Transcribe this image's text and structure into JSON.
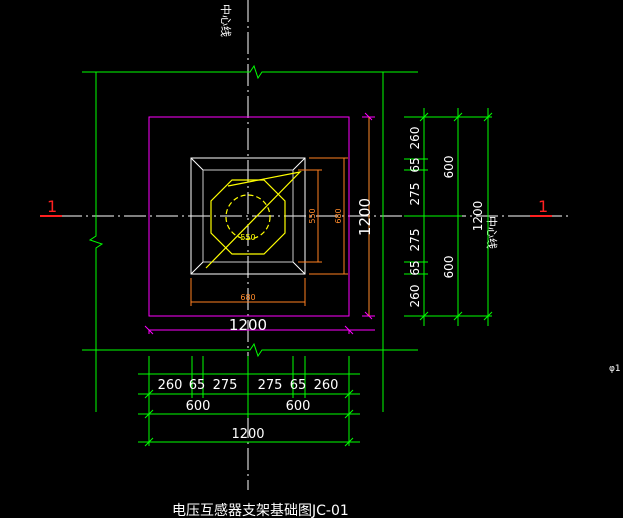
{
  "drawing": {
    "title": "电压互感器支架基础图JC-01",
    "top_cut_label": "中心线",
    "section_mark": "1",
    "side_mark": "中心线",
    "edge_mark": "φ1"
  },
  "dims_bottom": {
    "row1": [
      "260",
      "65",
      "275",
      "275",
      "65",
      "260"
    ],
    "row2": [
      "600",
      "600"
    ],
    "row3": "1200"
  },
  "dims_right": {
    "col1": [
      "260",
      "65",
      "275",
      "275",
      "65",
      "260"
    ],
    "col2": [
      "600",
      "600"
    ],
    "col3": "1200"
  },
  "dims_magenta": {
    "horizontal": "1200",
    "vertical": "1200"
  },
  "dims_orange": {
    "horizontal": "680",
    "vertical_outer": "680",
    "vertical_inner": "550"
  },
  "dims_yellow": {
    "octagon": "550"
  },
  "colors": {
    "background": "#000000",
    "axis": "#ffffff",
    "dimension": "#00ff00",
    "foundation_outline": "#ff00ff",
    "pedestal": "#ffffff",
    "octagon": "#ffff00",
    "orange_dim": "#ff7f1f",
    "section_mark": "#ff2020"
  }
}
